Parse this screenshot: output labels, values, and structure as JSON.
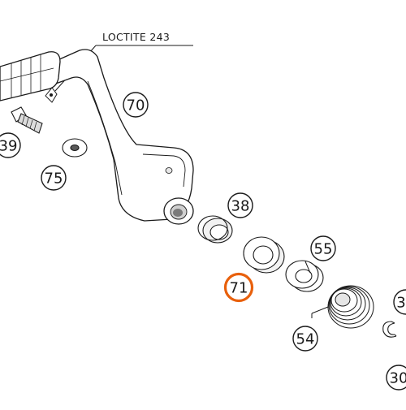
{
  "diagram": {
    "note": "LOCTITE 243",
    "highlight_color": "#e8600c",
    "line_color": "#1a1a1a",
    "callouts": [
      {
        "id": "70",
        "label": "70",
        "highlighted": false
      },
      {
        "id": "39",
        "label": "39",
        "highlighted": false
      },
      {
        "id": "75",
        "label": "75",
        "highlighted": false
      },
      {
        "id": "38",
        "label": "38",
        "highlighted": false
      },
      {
        "id": "55",
        "label": "55",
        "highlighted": false
      },
      {
        "id": "71",
        "label": "71",
        "highlighted": true
      },
      {
        "id": "54",
        "label": "54",
        "highlighted": false
      },
      {
        "id": "3",
        "label": "3",
        "highlighted": false
      },
      {
        "id": "30",
        "label": "30",
        "highlighted": false
      }
    ]
  }
}
